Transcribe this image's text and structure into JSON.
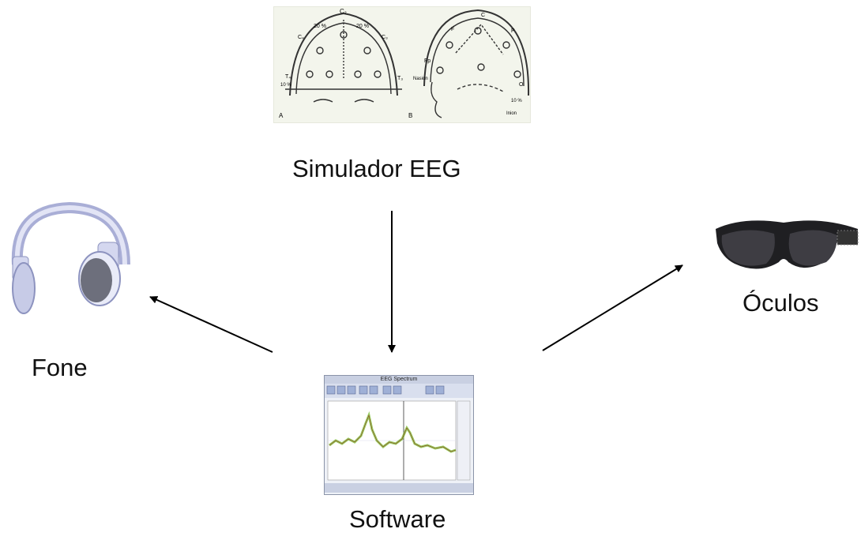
{
  "nodes": {
    "eeg": {
      "label": "Simulador EEG",
      "figure_labels": {
        "front_top": "C₂",
        "side_top": "C",
        "percent_20": "20 %",
        "percent_10": "10 %",
        "f": "F",
        "p": "P",
        "fp": "Fp",
        "o": "O",
        "c4": "C₄",
        "c3": "C₃",
        "t4": "T₄",
        "t3": "T₃",
        "nasion": "Nasion",
        "inion": "Inion",
        "panel_a": "A",
        "panel_b": "B"
      }
    },
    "software": {
      "label": "Software",
      "window_title": "EEG Spectrum"
    },
    "headphone": {
      "label": "Fone"
    },
    "glasses": {
      "label": "Óculos"
    }
  },
  "colors": {
    "arrow": "#000000",
    "spectrum_trace": "#7fbf3a",
    "headphone_body": "#c9cde8",
    "lens": "#3a3a3a"
  }
}
